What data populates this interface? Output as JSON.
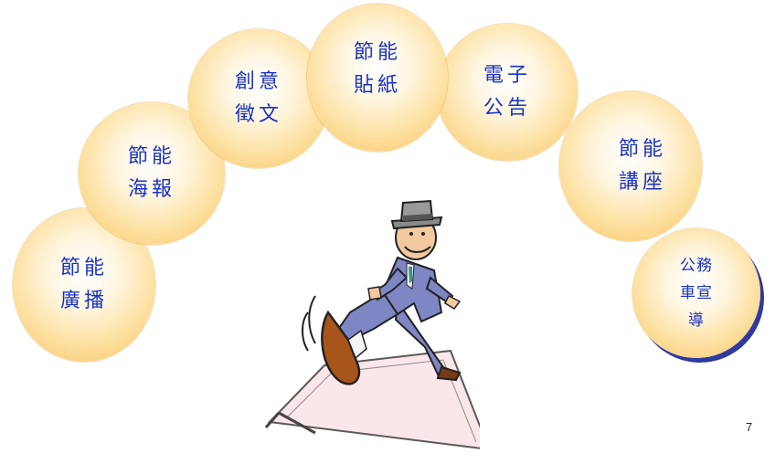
{
  "slide": {
    "title_fragment": "",
    "page_number": "7"
  },
  "activities": [
    {
      "line1": "節能",
      "line2": "廣播"
    },
    {
      "line1": "節能",
      "line2": "海報"
    },
    {
      "line1": "創意",
      "line2": "徵文"
    },
    {
      "line1": "節能",
      "line2": "貼紙"
    },
    {
      "line1": "電子",
      "line2": "公告"
    },
    {
      "line1": "節能",
      "line2": "講座"
    },
    {
      "line1": "公務",
      "line2": "車宣",
      "line3": "導"
    }
  ],
  "illustration": {
    "icon": "walking-man-clipart"
  },
  "colors": {
    "label_text": "#1a33c2",
    "bubble_edge": "#f8c463",
    "shadow": "#2f3aa0"
  }
}
